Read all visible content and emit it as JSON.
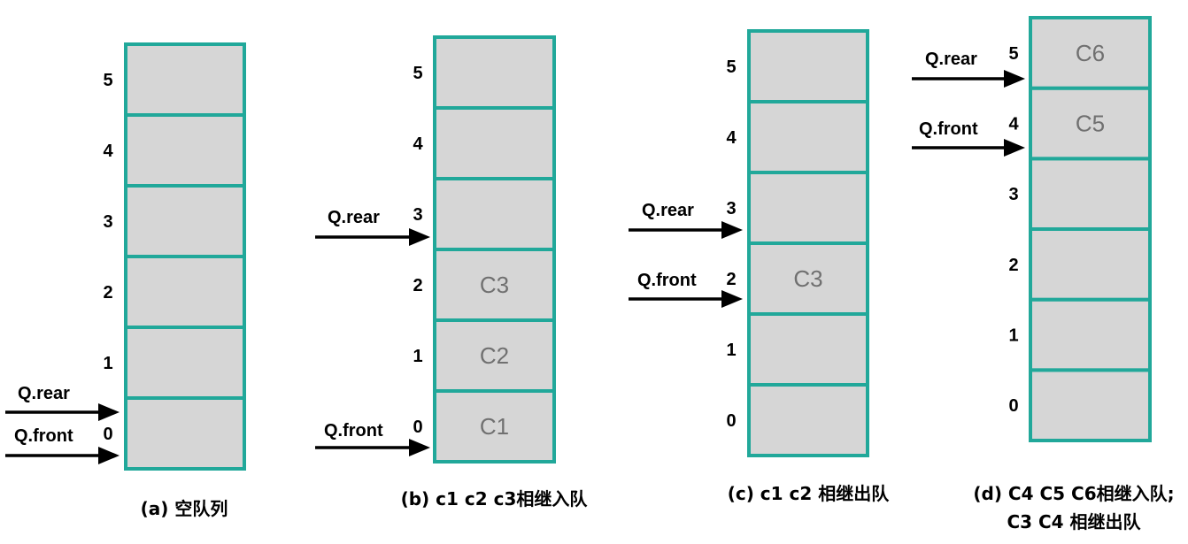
{
  "panels": [
    {
      "caption_lines": [
        "(a) 空队列"
      ],
      "cells": [
        {
          "index": "0",
          "content": ""
        },
        {
          "index": "1",
          "content": ""
        },
        {
          "index": "2",
          "content": ""
        },
        {
          "index": "3",
          "content": ""
        },
        {
          "index": "4",
          "content": ""
        },
        {
          "index": "5",
          "content": ""
        }
      ],
      "pointers": [
        {
          "label": "Q.rear",
          "cell": 0
        },
        {
          "label": "Q.front",
          "cell": 0
        }
      ]
    },
    {
      "caption_lines": [
        "(b) c1 c2 c3相继入队"
      ],
      "cells": [
        {
          "index": "0",
          "content": "C1"
        },
        {
          "index": "1",
          "content": "C2"
        },
        {
          "index": "2",
          "content": "C3"
        },
        {
          "index": "3",
          "content": ""
        },
        {
          "index": "4",
          "content": ""
        },
        {
          "index": "5",
          "content": ""
        }
      ],
      "pointers": [
        {
          "label": "Q.rear",
          "cell": 3
        },
        {
          "label": "Q.front",
          "cell": 0
        }
      ]
    },
    {
      "caption_lines": [
        "(c) c1 c2 相继出队"
      ],
      "cells": [
        {
          "index": "0",
          "content": ""
        },
        {
          "index": "1",
          "content": ""
        },
        {
          "index": "2",
          "content": "C3"
        },
        {
          "index": "3",
          "content": ""
        },
        {
          "index": "4",
          "content": ""
        },
        {
          "index": "5",
          "content": ""
        }
      ],
      "pointers": [
        {
          "label": "Q.rear",
          "cell": 3
        },
        {
          "label": "Q.front",
          "cell": 2
        }
      ]
    },
    {
      "caption_lines": [
        "(d) C4 C5 C6相继入队;",
        "C3 C4 相继出队"
      ],
      "cells": [
        {
          "index": "0",
          "content": ""
        },
        {
          "index": "1",
          "content": ""
        },
        {
          "index": "2",
          "content": ""
        },
        {
          "index": "3",
          "content": ""
        },
        {
          "index": "4",
          "content": "C5"
        },
        {
          "index": "5",
          "content": "C6"
        }
      ],
      "pointers": [
        {
          "label": "Q.rear",
          "cell": 5
        },
        {
          "label": "Q.front",
          "cell": 4
        }
      ]
    }
  ]
}
